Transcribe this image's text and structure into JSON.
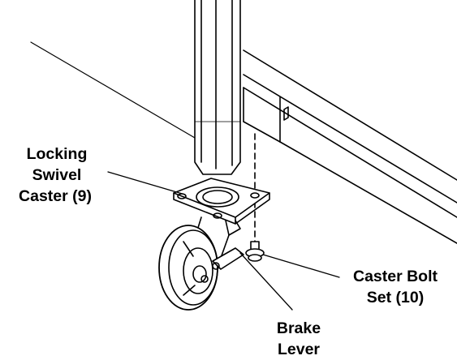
{
  "labels": {
    "locking_caster": {
      "line1": "Locking",
      "line2": "Swivel",
      "line3": "Caster (9)"
    },
    "caster_bolt_set": {
      "line1": "Caster Bolt",
      "line2": "Set (10)"
    },
    "brake_lever": {
      "line1": "Brake",
      "line2": "Lever"
    }
  },
  "colors": {
    "stroke": "#000000",
    "background": "#ffffff"
  }
}
